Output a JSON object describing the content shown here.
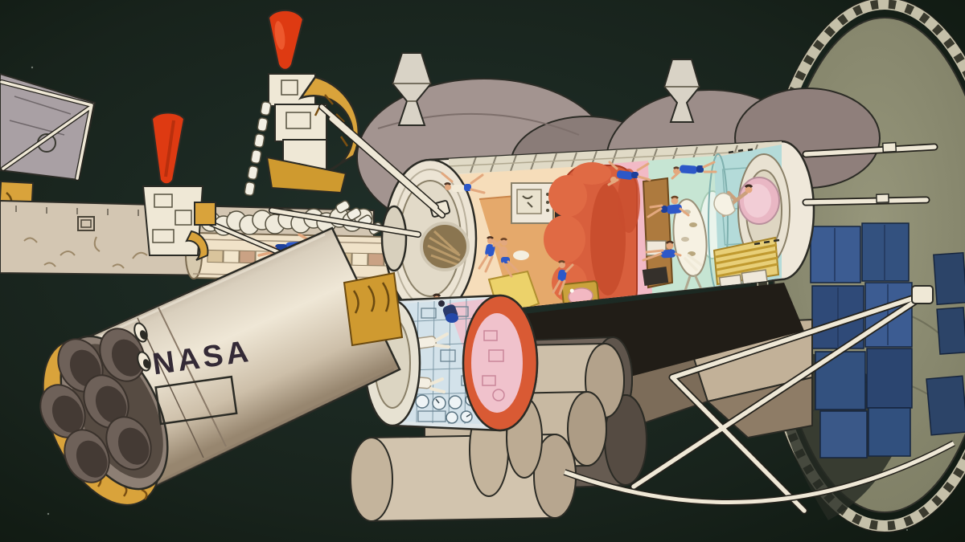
{
  "meta": {
    "title": "Artist concept: crewed space vehicle with cutaway habitat modules",
    "media": "hand-painted illustration on near-black background"
  },
  "spacecraft": {
    "logo_text": "NASA"
  },
  "palette": {
    "background": "#18231c",
    "outline": "#2b2b25",
    "hull_cream": "#efe8da",
    "hull_beige": "#d3c6b2",
    "hull_shadow": "#a5947f",
    "gold": "#d9a33b",
    "gold_dark": "#7a4f12",
    "thruster_red": "#de3a12",
    "dome_gray": "#a39490",
    "dish_olive": "#8d8d72",
    "dish_rim": "#c5c0a9",
    "truss_dark": "#3a3a2e",
    "radiator_blue": "#3c5c92",
    "radiator_blue_dark": "#2c4468",
    "interior_peach": "#f6ddba",
    "interior_orange": "#e5a96b",
    "couch_red": "#d85f3d",
    "partition_pink": "#f2bac6",
    "wardroom_mint": "#c6e5d3",
    "hygiene_teal": "#b4dbd9",
    "lab_blue": "#d3e2ea",
    "bunk_gold": "#e8cf78",
    "crew_blue": "#2d58c8",
    "skin": "#e3a87e",
    "strut_cream": "#efe8d6",
    "nozzle_gray": "#6e6159",
    "engine_cap": "#8d7f74",
    "tank_beige": "#cdbfa9",
    "window_strip": "#e0dac6",
    "logo_ink": "#342a36"
  },
  "scene": {
    "elements": [
      {
        "name": "propulsion-stage",
        "desc": "Large beige rocket stage with NASA worm logo and engine cluster"
      },
      {
        "name": "engine-cluster",
        "desc": "Six gray engine nozzles with gold insulation collar"
      },
      {
        "name": "assembly-platform",
        "desc": "Long beige platform tank with sketch shading at left"
      },
      {
        "name": "rcs-thrusters",
        "desc": "Two red-orange thruster cones on white gimbal mounts with gold brackets"
      },
      {
        "name": "transfer-tunnel",
        "desc": "Horizontal crew tunnel with checkered band and floating astronaut"
      },
      {
        "name": "propellant-domes",
        "desc": "Gray tank domes with white docking probes behind the habitat"
      },
      {
        "name": "habitat-module",
        "desc": "Large cutaway crew cylinder showing interior compartments"
      },
      {
        "name": "crew-lounge",
        "desc": "Peach and orange lounge with TV console, yellow mat and floating crew"
      },
      {
        "name": "red-couch",
        "desc": "Large red-orange sofa group beside pink bulkhead"
      },
      {
        "name": "wardroom",
        "desc": "Mint-green galley with oval meal table and crew"
      },
      {
        "name": "hygiene-section",
        "desc": "Teal section with crew member and towel at round hatch"
      },
      {
        "name": "sleep-bunks",
        "desc": "Gold striped bunks with cabinets and mirror"
      },
      {
        "name": "lab-module",
        "desc": "Lower cutaway module with pale-blue equipment racks, dials and suited crew"
      },
      {
        "name": "storage-tanks",
        "desc": "Stacked beige and gray cylindrical tanks below the modules"
      },
      {
        "name": "dish-antenna",
        "desc": "Huge olive dish with triangulated truss rim at right"
      },
      {
        "name": "radiator-panels",
        "desc": "Dark blue radiator panels in front of the dish"
      },
      {
        "name": "truss-struts",
        "desc": "Cream tubular struts and cables tying the assembly together"
      },
      {
        "name": "astronauts",
        "desc": "Small crew figures in blue shorts, white suits and towels throughout"
      }
    ]
  }
}
